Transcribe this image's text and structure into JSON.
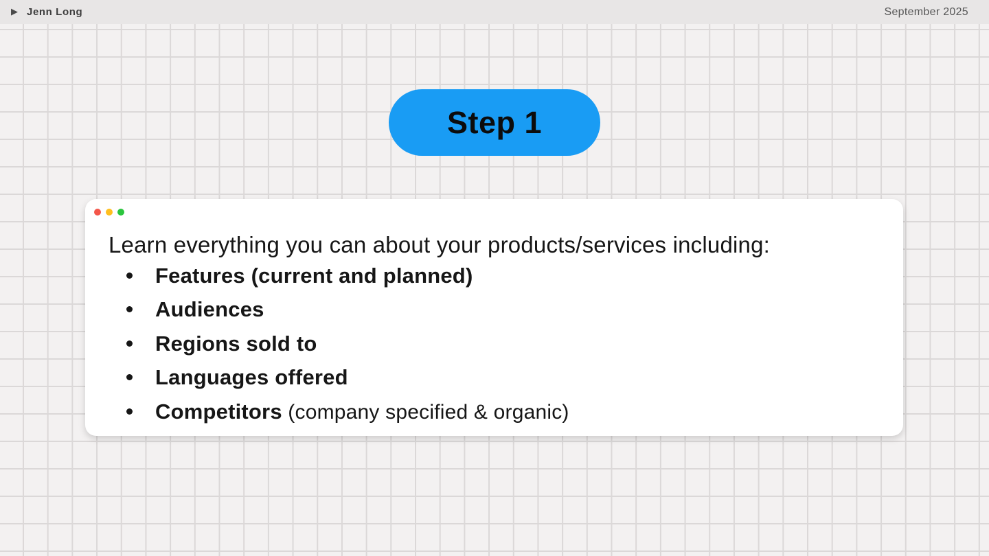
{
  "header": {
    "play_icon": "▶",
    "author": "Jenn Long",
    "date": "September 2025"
  },
  "step_badge": {
    "label": "Step 1",
    "color": "#199cf4"
  },
  "card": {
    "window_dots": [
      {
        "name": "red-dot",
        "color": "#f4564a"
      },
      {
        "name": "yellow-dot",
        "color": "#ffbf1f"
      },
      {
        "name": "green-dot",
        "color": "#2bc53e"
      }
    ],
    "intro": "Learn everything you can about your products/services including:",
    "bullets": [
      {
        "text": "Features (current and planned)",
        "suffix": ""
      },
      {
        "text": "Audiences",
        "suffix": ""
      },
      {
        "text": "Regions sold to",
        "suffix": ""
      },
      {
        "text": "Languages offered",
        "suffix": ""
      },
      {
        "text": "Competitors",
        "suffix": " (company specified & organic)"
      }
    ]
  }
}
